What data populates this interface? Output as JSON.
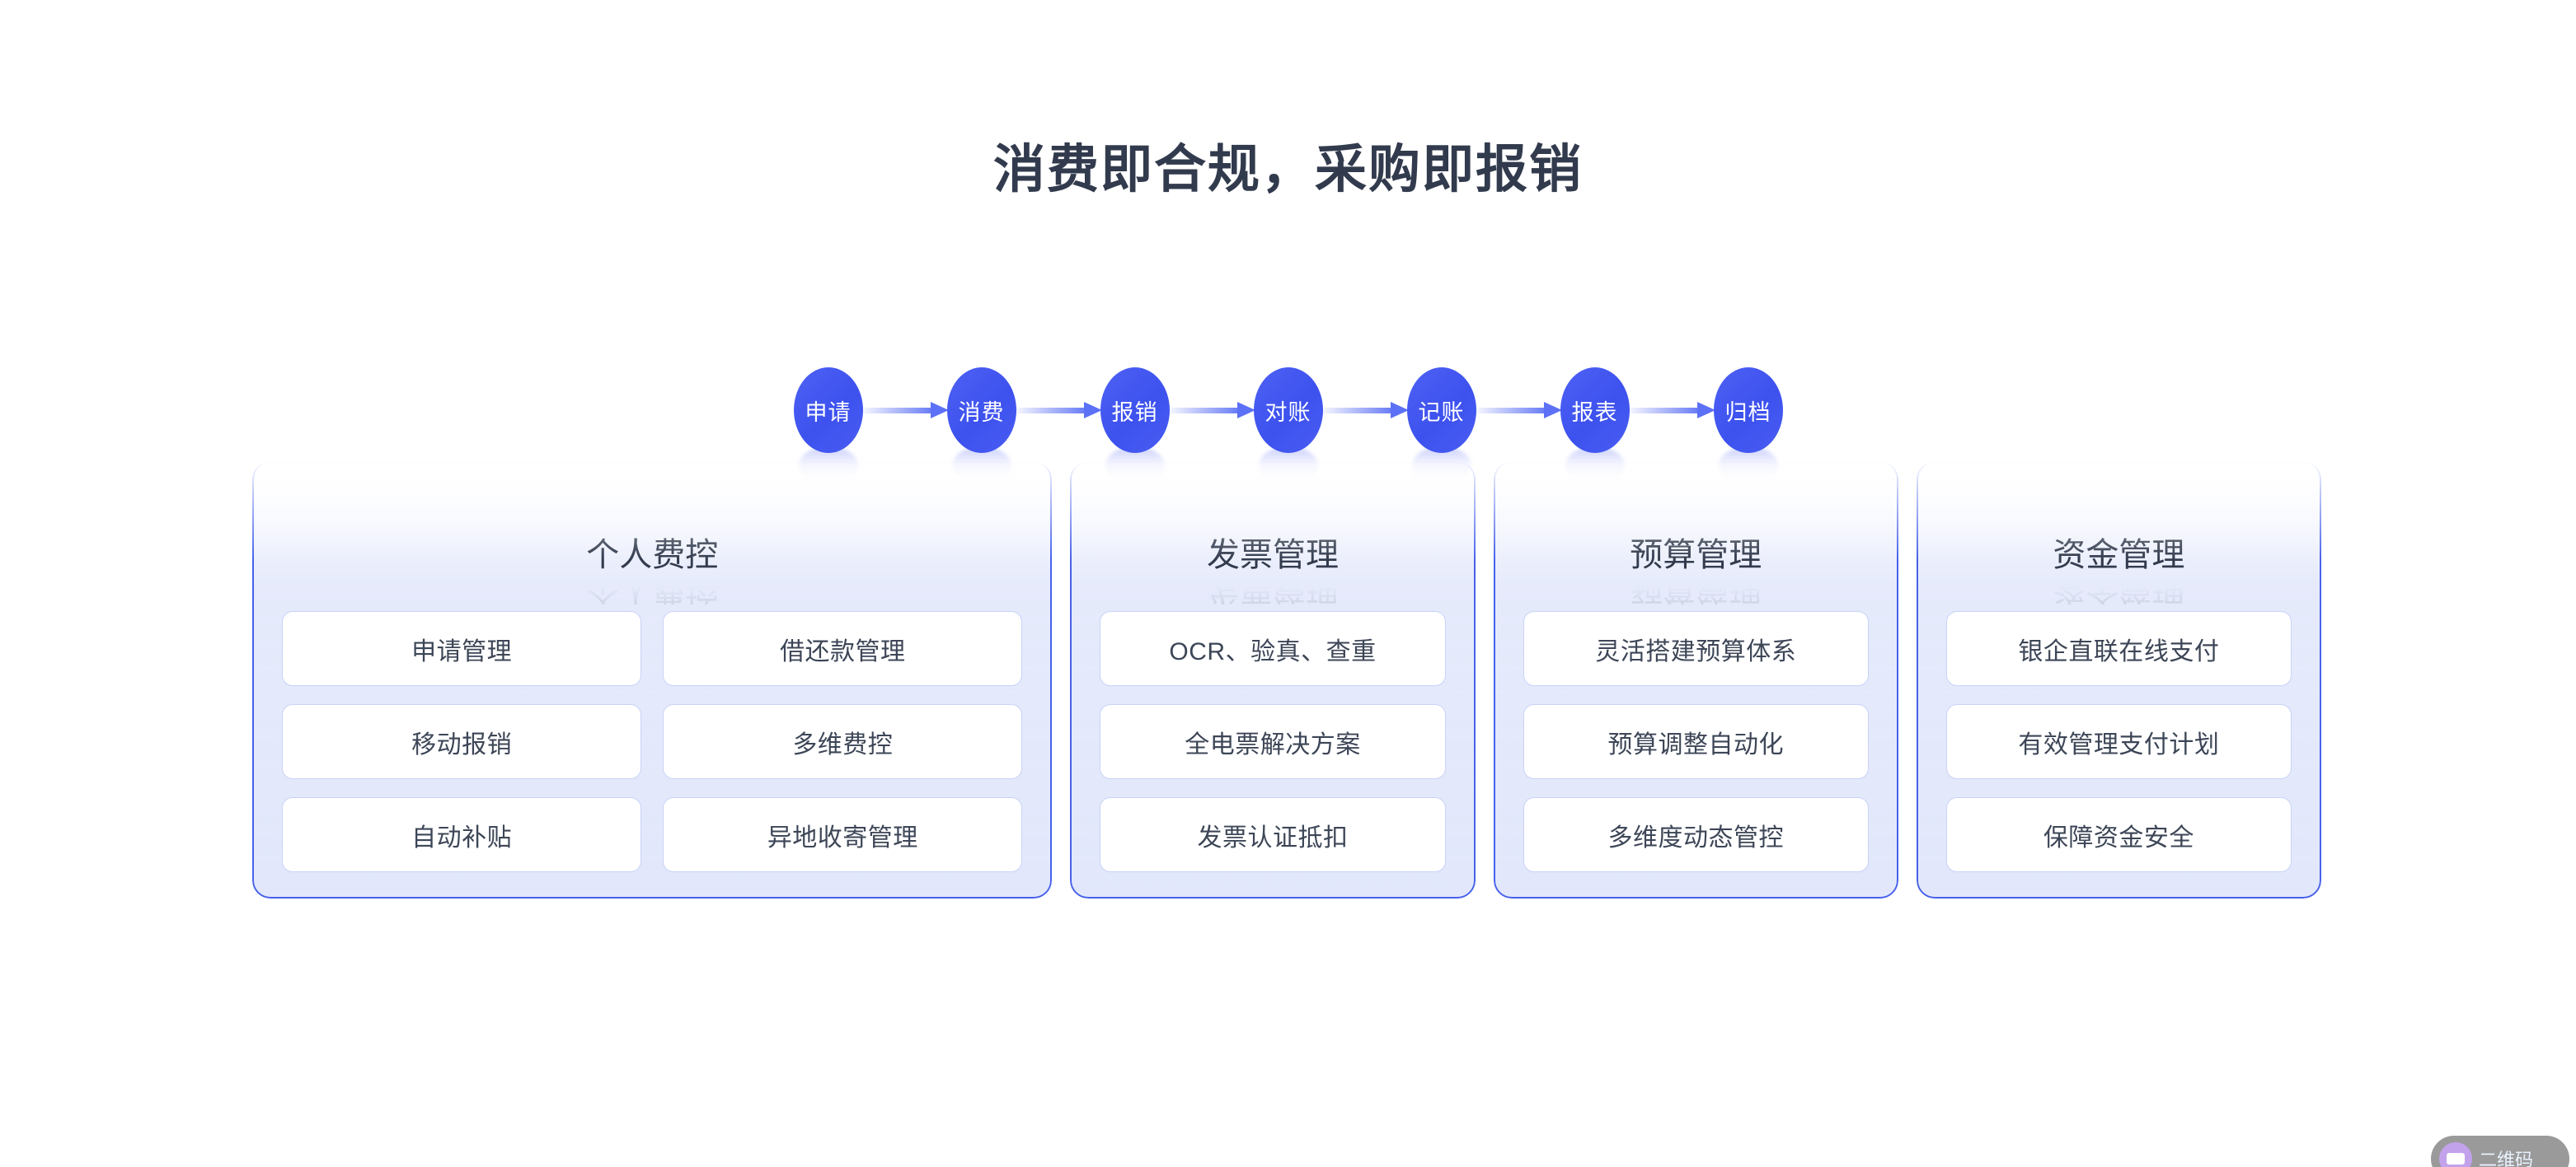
{
  "page": {
    "title": "消费即合规，采购即报销",
    "accent_color": "#4661ea",
    "circle_color": "#4a5ef3",
    "title_color": "#323b4d",
    "item_border_color": "#c9d3f7",
    "panel_fill_color": "#e2e7fb"
  },
  "flow": {
    "steps": [
      {
        "label": "申请"
      },
      {
        "label": "消费"
      },
      {
        "label": "报销"
      },
      {
        "label": "对账"
      },
      {
        "label": "记账"
      },
      {
        "label": "报表"
      },
      {
        "label": "归档"
      }
    ]
  },
  "panels": [
    {
      "title": "个人费控",
      "layout": "two-col",
      "items": [
        "申请管理",
        "借还款管理",
        "移动报销",
        "多维费控",
        "自动补贴",
        "异地收寄管理"
      ]
    },
    {
      "title": "发票管理",
      "layout": "one-col",
      "items": [
        "OCR、验真、查重",
        "全电票解决方案",
        "发票认证抵扣"
      ]
    },
    {
      "title": "预算管理",
      "layout": "one-col",
      "items": [
        "灵活搭建预算体系",
        "预算调整自动化",
        "多维度动态管控"
      ]
    },
    {
      "title": "资金管理",
      "layout": "one-col",
      "items": [
        "银企直联在线支付",
        "有效管理支付计划",
        "保障资金安全"
      ]
    }
  ],
  "float_widget": {
    "label": "二维码"
  }
}
